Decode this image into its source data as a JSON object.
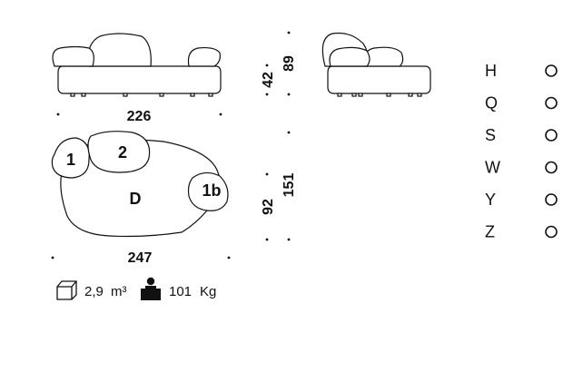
{
  "dimensions": {
    "front_width": "226",
    "plan_width": "247",
    "seat_height": "42",
    "overall_height": "89",
    "plan_depth_inner": "92",
    "plan_depth_overall": "151"
  },
  "modules": {
    "module_1": "1",
    "module_2": "2",
    "module_1b": "1b",
    "module_d": "D"
  },
  "specs": {
    "volume_value": "2,9",
    "volume_unit": "m³",
    "weight_value": "101",
    "weight_unit": "Kg"
  },
  "legend": {
    "letters": [
      "H",
      "Q",
      "S",
      "W",
      "Y",
      "Z"
    ]
  }
}
